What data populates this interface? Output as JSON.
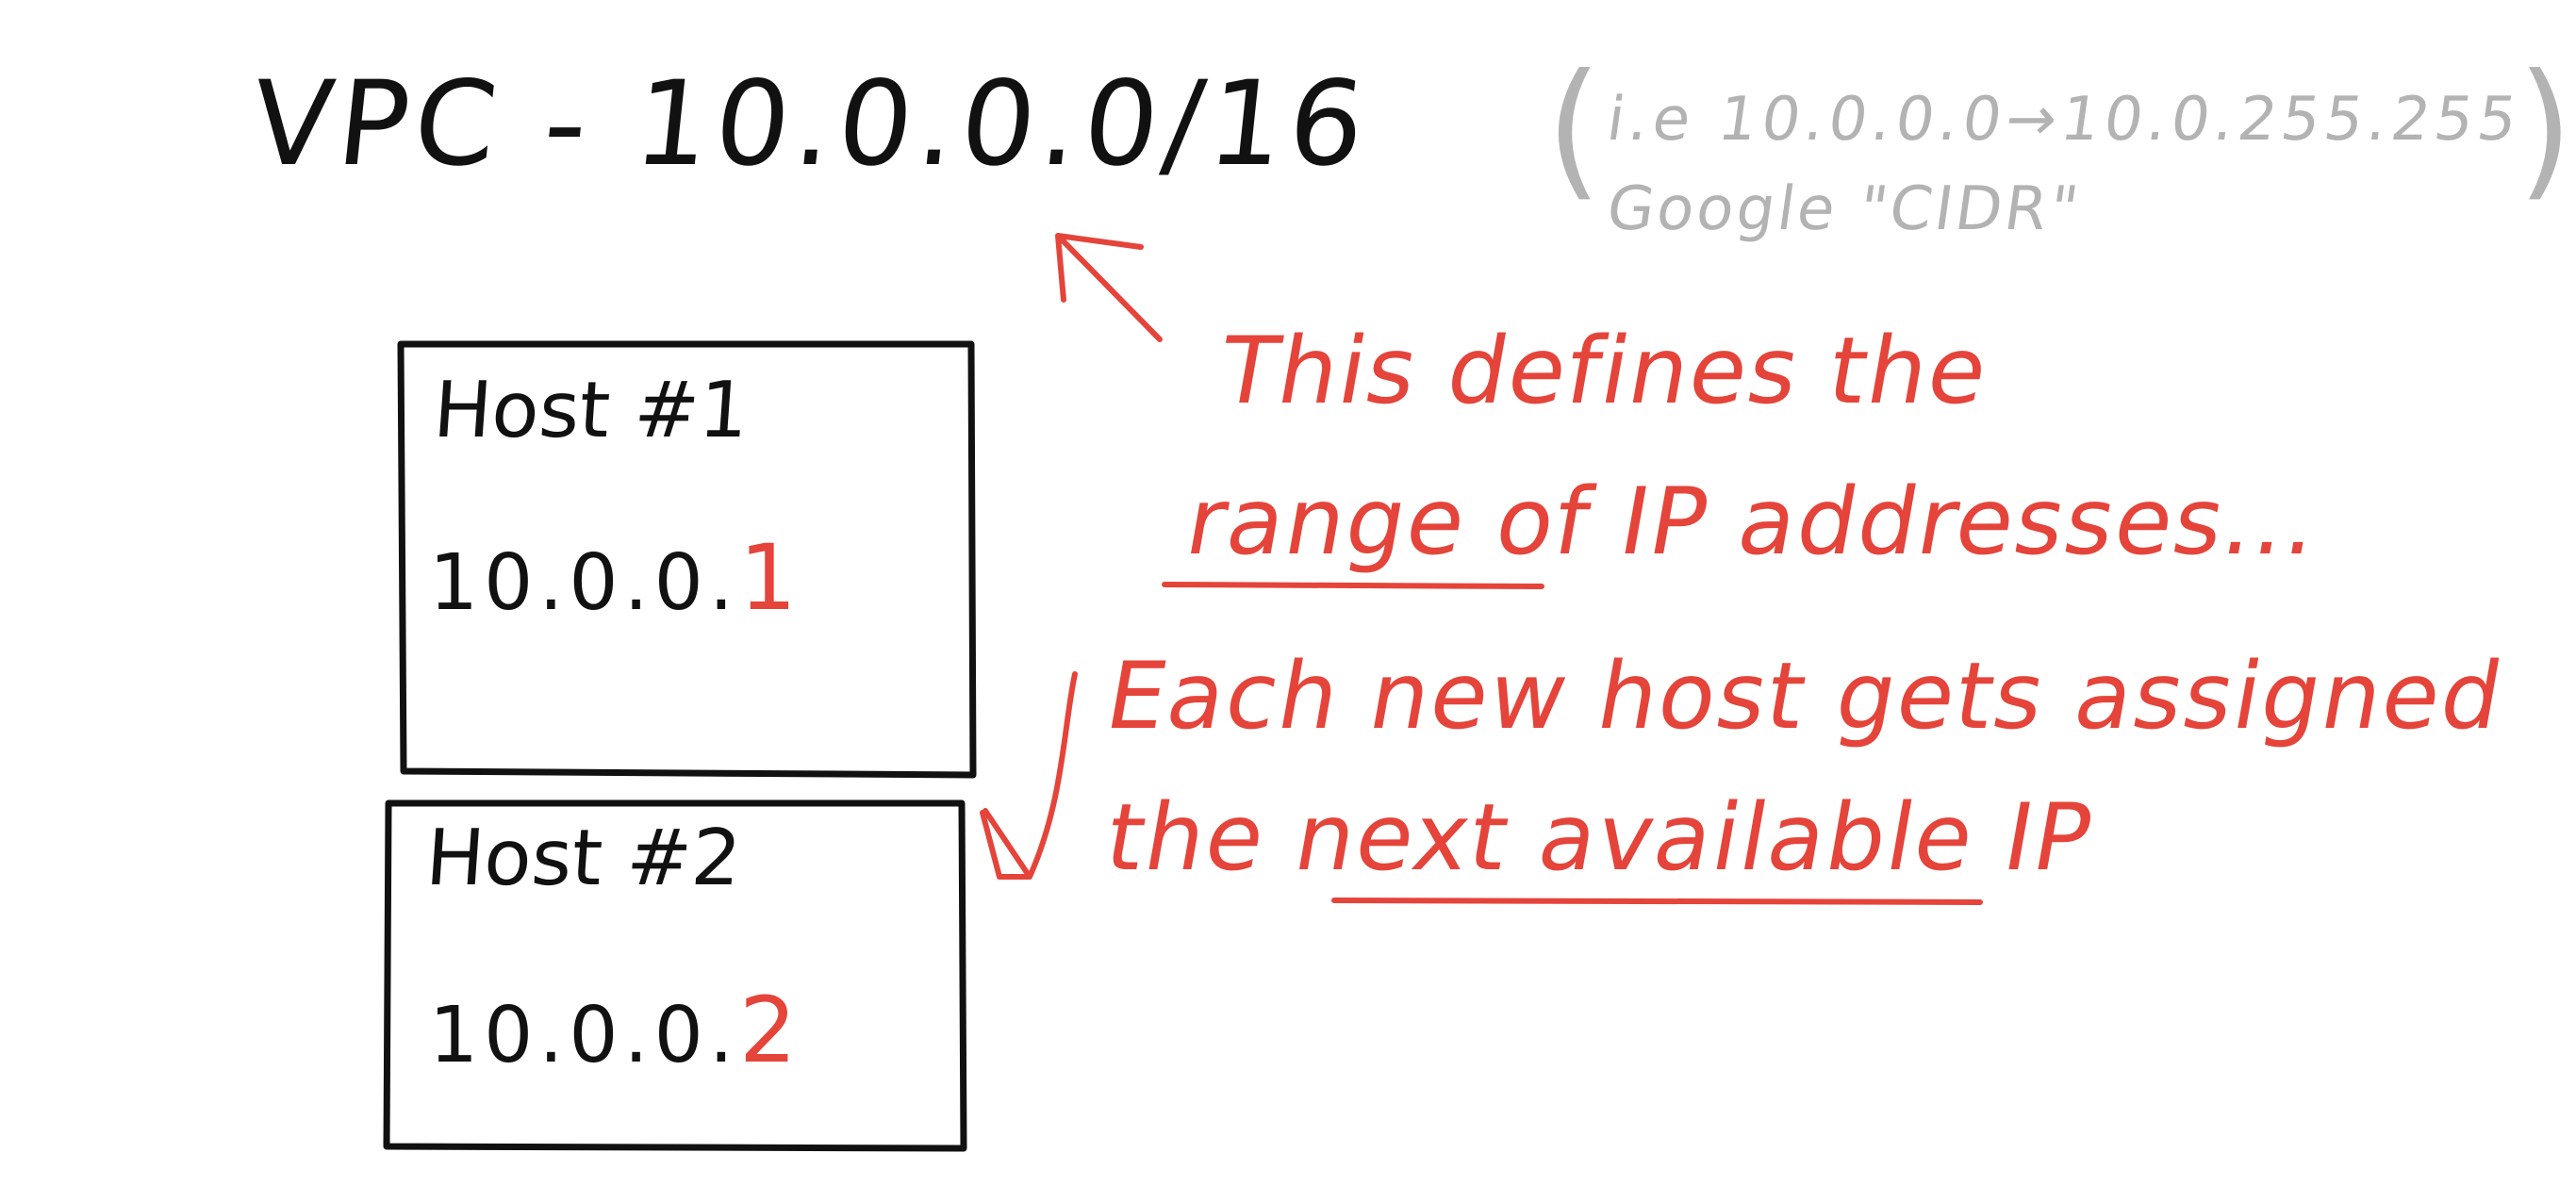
{
  "vpc_label": "VPC - 10.0.0.0/16",
  "cidr_note": {
    "open_paren": "(",
    "range": "i.e  10.0.0.0→10.0.255.255",
    "close_paren": ")",
    "hint": "Google \"CIDR\""
  },
  "range_note": {
    "line1": "This defines the",
    "line2_underlined": "range",
    "line2_rest": " of IP addresses...",
    "underlined_word": "range"
  },
  "assign_note": {
    "line1": "Each new host gets assigned",
    "line2_prefix": "the ",
    "line2_underlined": "next available",
    "line2_suffix": " IP"
  },
  "hosts": [
    {
      "title": "Host #1",
      "ip_prefix": "10.0.0.",
      "ip_last": "1"
    },
    {
      "title": "Host #2",
      "ip_prefix": "10.0.0.",
      "ip_last": "2"
    }
  ],
  "colors": {
    "ink": "#111111",
    "annotation": "#e5443a",
    "hint": "#b3b3b3",
    "background": "#ffffff"
  }
}
